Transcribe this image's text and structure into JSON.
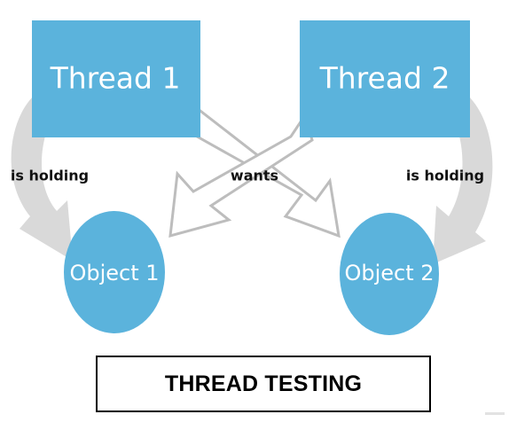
{
  "colors": {
    "node_fill": "#5bb3dc",
    "gray_arrow": "#d9d9d9",
    "outline_arrow": "#bdbdbd",
    "label_text": "#111111",
    "caption_border": "#000000"
  },
  "nodes": {
    "thread1": {
      "label": "Thread 1"
    },
    "thread2": {
      "label": "Thread 2"
    },
    "object1": {
      "label": "Object 1"
    },
    "object2": {
      "label": "Object 2"
    }
  },
  "edges": {
    "left_holding": {
      "label": "is holding"
    },
    "right_holding": {
      "label": "is holding"
    },
    "wants": {
      "label": "wants"
    }
  },
  "caption": {
    "text": "THREAD TESTING"
  }
}
